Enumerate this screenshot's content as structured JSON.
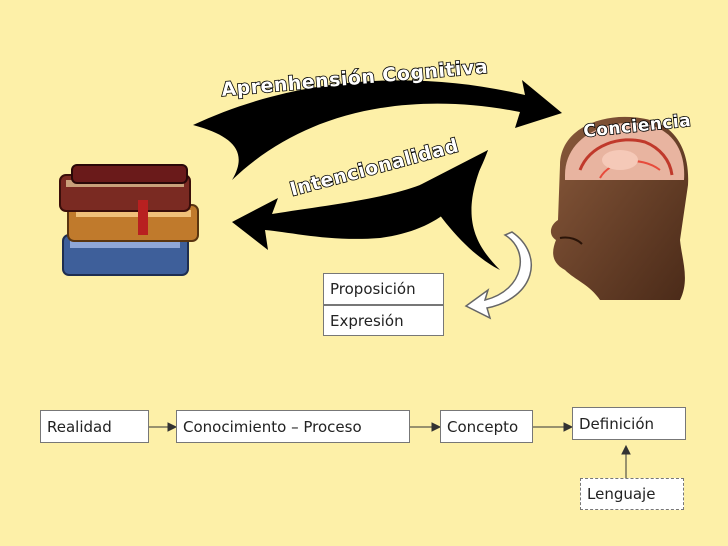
{
  "top_labels": {
    "aprenhension": "Aprenhensión Cognitiva",
    "conciencia": "Conciencia",
    "intencionalidad": "Intencionalidad"
  },
  "middle_boxes": {
    "proposicion": "Proposición",
    "expresion": "Expresión"
  },
  "flow": {
    "realidad": "Realidad",
    "conocimiento": "Conocimiento – Proceso",
    "concepto": "Concepto",
    "definicion": "Definición",
    "lenguaje": "Lenguaje"
  },
  "images": {
    "books": "books-stack-illustration",
    "head": "human-head-brain-illustration"
  },
  "colors": {
    "background": "#FDF0A8",
    "arrow": "#000000"
  }
}
